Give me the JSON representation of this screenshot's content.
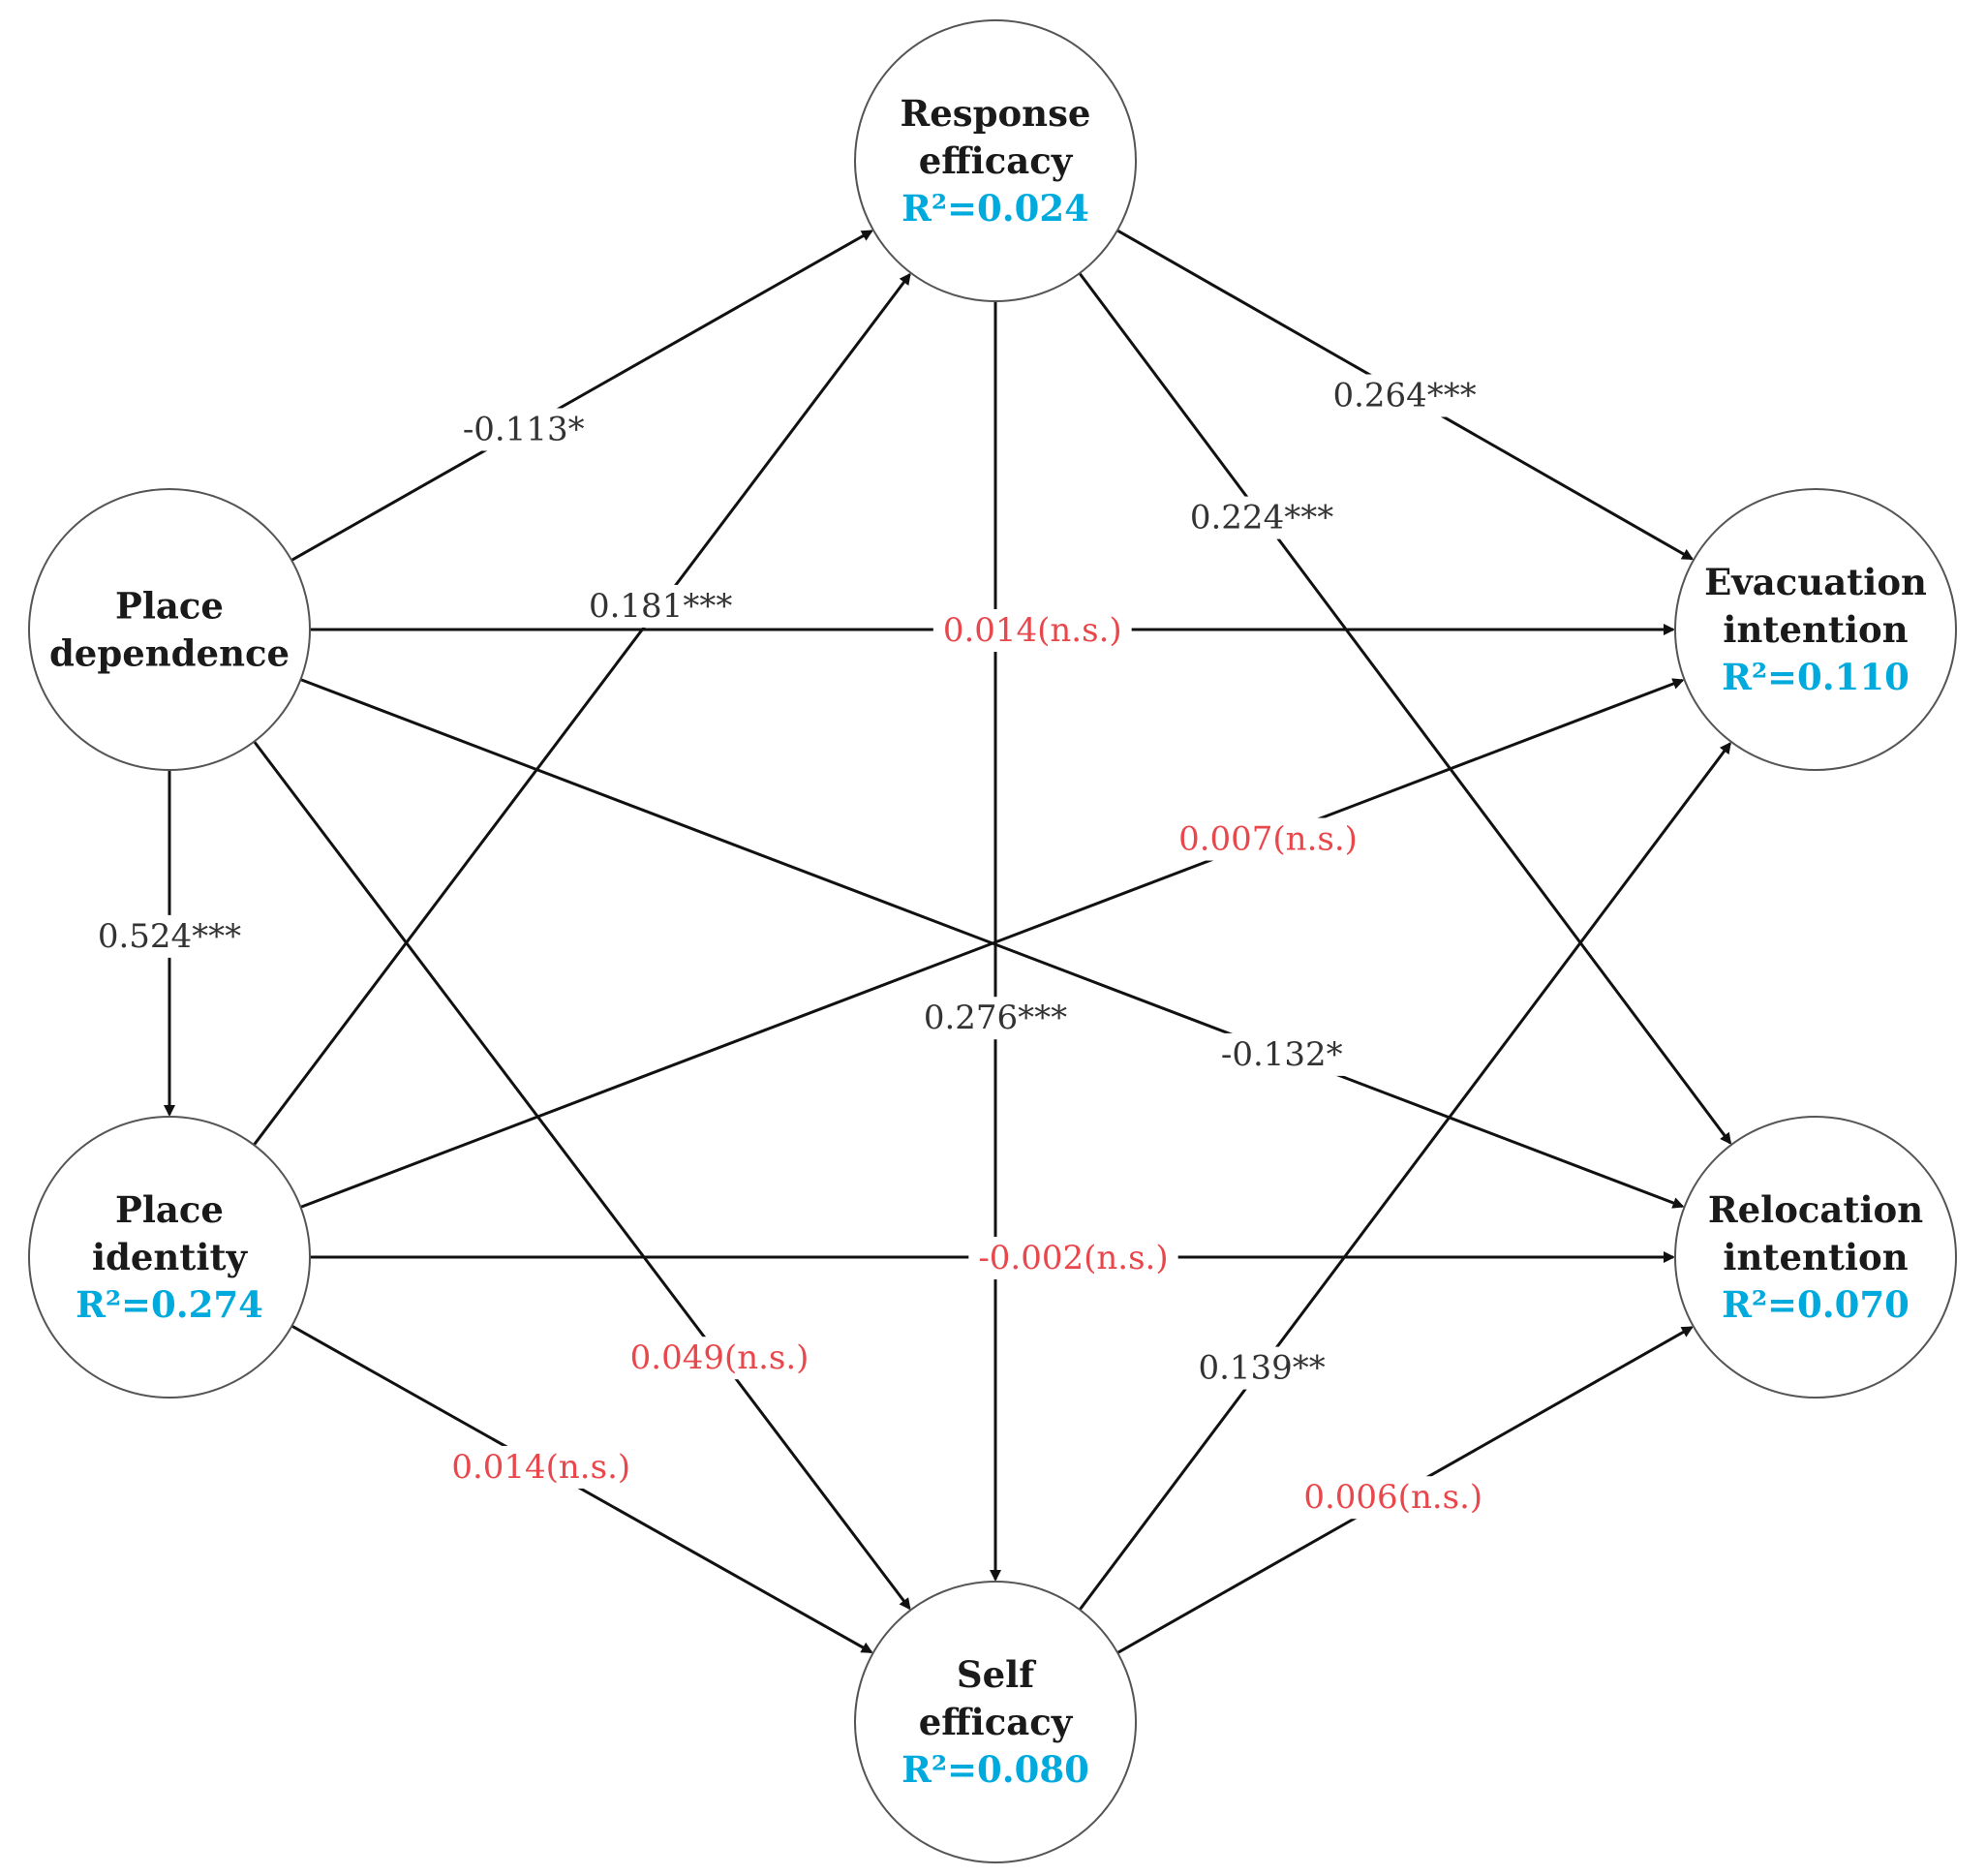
{
  "colors": {
    "significant": "#333333",
    "not_significant": "#e8474c",
    "r2": "#00aadd",
    "line": "#111111"
  },
  "nodes": {
    "place_dependence": {
      "lines": [
        "Place",
        "dependence"
      ],
      "r2": ""
    },
    "place_identity": {
      "lines": [
        "Place",
        "identity"
      ],
      "r2": "R²=0.274"
    },
    "response_efficacy": {
      "lines": [
        "Response",
        "efficacy"
      ],
      "r2": "R²=0.024"
    },
    "self_efficacy": {
      "lines": [
        "Self",
        "efficacy"
      ],
      "r2": "R²=0.080"
    },
    "evacuation_intention": {
      "lines": [
        "Evacuation",
        "intention"
      ],
      "r2": "R²=0.110"
    },
    "relocation_intention": {
      "lines": [
        "Relocation",
        "intention"
      ],
      "r2": "R²=0.070"
    }
  },
  "edges": [
    {
      "id": "pd-re",
      "from": "place_dependence",
      "to": "response_efficacy",
      "label": "-0.113*",
      "significant": true
    },
    {
      "id": "pd-pi",
      "from": "place_dependence",
      "to": "place_identity",
      "label": "0.524***",
      "significant": true
    },
    {
      "id": "pd-ei",
      "from": "place_dependence",
      "to": "evacuation_intention",
      "label": "0.014(n.s.)",
      "significant": false
    },
    {
      "id": "pd-ri",
      "from": "place_dependence",
      "to": "relocation_intention",
      "label": "-0.132*",
      "significant": true
    },
    {
      "id": "pd-se",
      "from": "place_dependence",
      "to": "self_efficacy",
      "label": "0.049(n.s.)",
      "significant": false
    },
    {
      "id": "pi-re",
      "from": "place_identity",
      "to": "response_efficacy",
      "label": "0.181***",
      "significant": true
    },
    {
      "id": "pi-ei",
      "from": "place_identity",
      "to": "evacuation_intention",
      "label": "0.007(n.s.)",
      "significant": false
    },
    {
      "id": "pi-ri",
      "from": "place_identity",
      "to": "relocation_intention",
      "label": "-0.002(n.s.)",
      "significant": false
    },
    {
      "id": "pi-se",
      "from": "place_identity",
      "to": "self_efficacy",
      "label": "0.014(n.s.)",
      "significant": false
    },
    {
      "id": "re-ei",
      "from": "response_efficacy",
      "to": "evacuation_intention",
      "label": "0.264***",
      "significant": true
    },
    {
      "id": "re-ri",
      "from": "response_efficacy",
      "to": "relocation_intention",
      "label": "0.224***",
      "significant": true
    },
    {
      "id": "re-se",
      "from": "response_efficacy",
      "to": "self_efficacy",
      "label": "0.276***",
      "significant": true
    },
    {
      "id": "se-ei",
      "from": "self_efficacy",
      "to": "evacuation_intention",
      "label": "0.139**",
      "significant": true
    },
    {
      "id": "se-ri",
      "from": "self_efficacy",
      "to": "relocation_intention",
      "label": "0.006(n.s.)",
      "significant": false
    }
  ]
}
